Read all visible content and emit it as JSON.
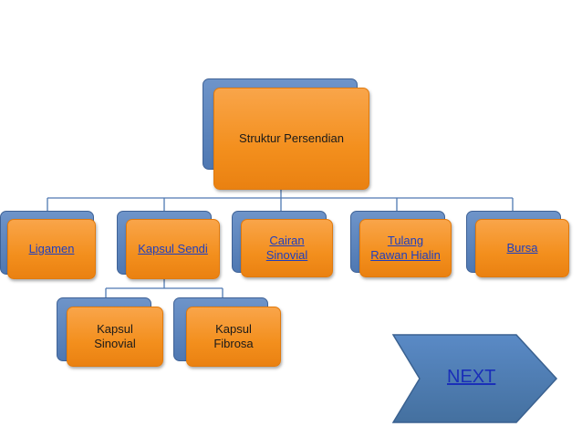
{
  "root": {
    "label": "Struktur Persendian"
  },
  "children": [
    {
      "label": "Ligamen",
      "link": true
    },
    {
      "label": "Kapsul Sendi",
      "link": true
    },
    {
      "label_line1": "Cairan",
      "label_line2": "Sinovial",
      "link": true
    },
    {
      "label_line1": "Tulang",
      "label_line2": "Rawan Hialin",
      "link": true
    },
    {
      "label": "Bursa",
      "link": true
    }
  ],
  "grandchildren": [
    {
      "label_line1": "Kapsul",
      "label_line2": "Sinovial"
    },
    {
      "label_line1": "Kapsul",
      "label_line2": "Fibrosa"
    }
  ],
  "next_button": {
    "label": "NEXT"
  },
  "colors": {
    "node_fill": "#f38f1d",
    "node_back": "#5b82bb",
    "link_text": "#1f3fbf",
    "next_fill": "#4f81bd",
    "connector": "#4f78b2"
  }
}
